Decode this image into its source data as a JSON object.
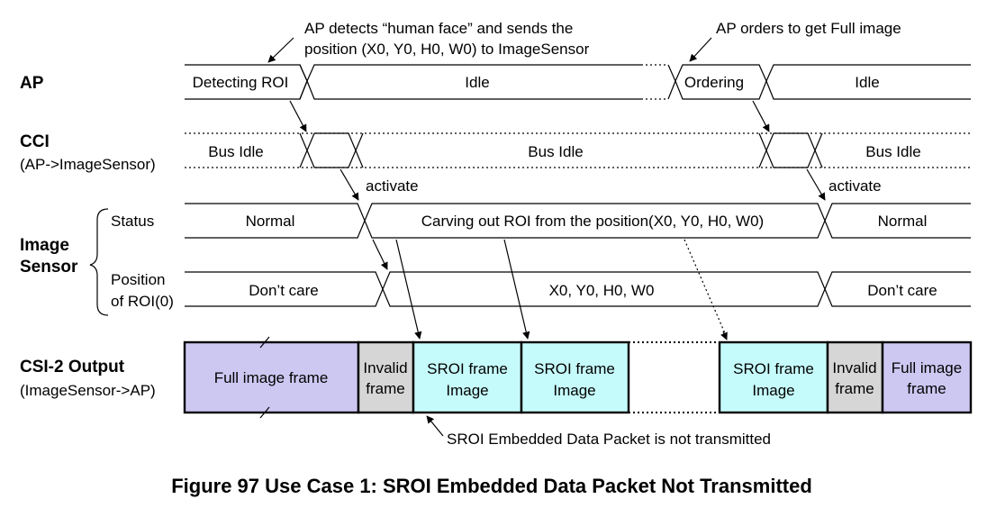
{
  "caption": "Figure 97 Use Case 1: SROI Embedded Data Packet Not Transmitted",
  "annotations": {
    "ap_detect_line1": "AP detects “human face” and sends the",
    "ap_detect_line2": "position (X0, Y0, H0, W0) to ImageSensor",
    "ap_orders": "AP orders to get Full image",
    "activate": "activate",
    "sroi_not_transmitted": "SROI Embedded Data Packet is not transmitted"
  },
  "rows": {
    "ap": {
      "label": "AP",
      "states": [
        "Detecting ROI",
        "Idle",
        "Ordering",
        "Idle"
      ]
    },
    "cci": {
      "label": "CCI",
      "sublabel": "(AP->ImageSensor)",
      "states": [
        "Bus Idle",
        "Bus Idle",
        "Bus Idle"
      ]
    },
    "image_sensor": {
      "label_line1": "Image",
      "label_line2": "Sensor",
      "status": {
        "label": "Status",
        "states": [
          "Normal",
          "Carving out ROI from the position(X0, Y0, H0, W0)",
          "Normal"
        ]
      },
      "position": {
        "label_line1": "Position",
        "label_line2": "of ROI(0)",
        "states": [
          "Don’t care",
          "X0, Y0, H0, W0",
          "Don’t care"
        ]
      }
    },
    "csi2": {
      "label": "CSI-2 Output",
      "sublabel": "(ImageSensor->AP)",
      "frames": [
        {
          "line1": "Full image frame",
          "line2": ""
        },
        {
          "line1": "Invalid",
          "line2": "frame"
        },
        {
          "line1": "SROI frame",
          "line2": "Image"
        },
        {
          "line1": "SROI frame",
          "line2": "Image"
        },
        {
          "line1": "SROI frame",
          "line2": "Image"
        },
        {
          "line1": "Invalid",
          "line2": "frame"
        },
        {
          "line1": "Full image",
          "line2": "frame"
        }
      ]
    }
  },
  "colors": {
    "full_frame": "#cdc8f2",
    "invalid_frame": "#d6d6d6",
    "sroi_frame": "#c6fbfb"
  }
}
